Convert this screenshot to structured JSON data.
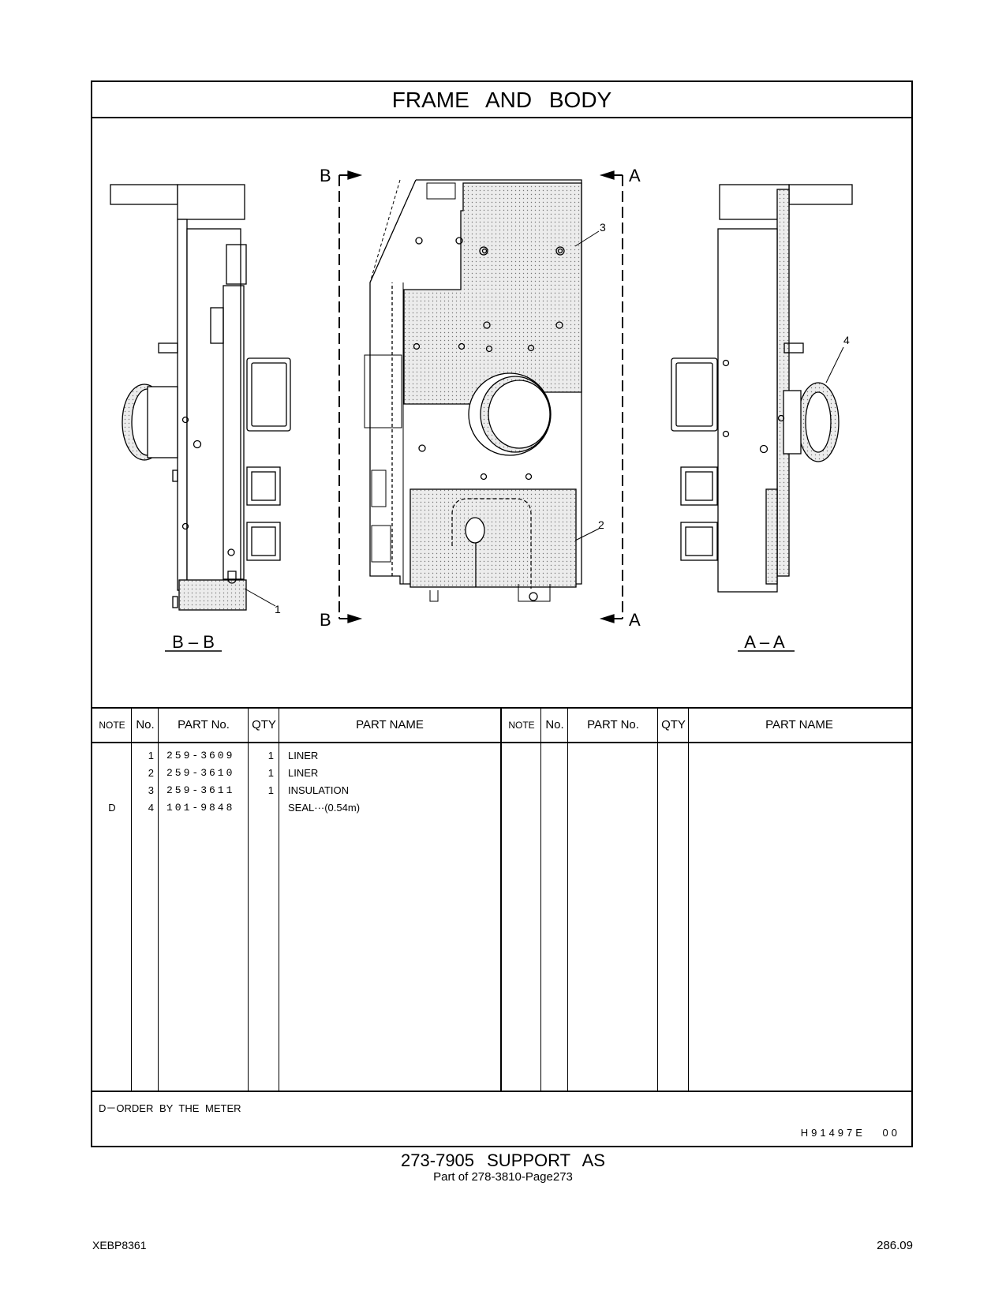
{
  "title": "FRAME   AND   BODY",
  "drawing": {
    "section_labels": {
      "b_top": "B",
      "a_top": "A",
      "b_bottom": "B",
      "a_bottom": "A",
      "view_bb": "B – B",
      "view_aa": "A – A"
    },
    "callouts": [
      "1",
      "2",
      "3",
      "4"
    ]
  },
  "table": {
    "headers": [
      "NOTE",
      "No.",
      "PART No.",
      "QTY",
      "PART NAME"
    ],
    "rows": [
      {
        "note": "",
        "no": "1",
        "part_no": "259-3609",
        "qty": "1",
        "name": "LINER"
      },
      {
        "note": "",
        "no": "2",
        "part_no": "259-3610",
        "qty": "1",
        "name": "LINER"
      },
      {
        "note": "",
        "no": "3",
        "part_no": "259-3611",
        "qty": "1",
        "name": "INSULATION"
      },
      {
        "note": "D",
        "no": "4",
        "part_no": "101-9848",
        "qty": "",
        "name": "SEAL···(0.54m)"
      }
    ]
  },
  "footnote": "D－ORDER BY THE METER",
  "drawing_code": "H91497E 00",
  "caption": {
    "main": "273-7905  SUPPORT AS",
    "sub": "Part of 278-3810-Page273"
  },
  "doc_id": "XEBP8361",
  "page_number": "286.09"
}
